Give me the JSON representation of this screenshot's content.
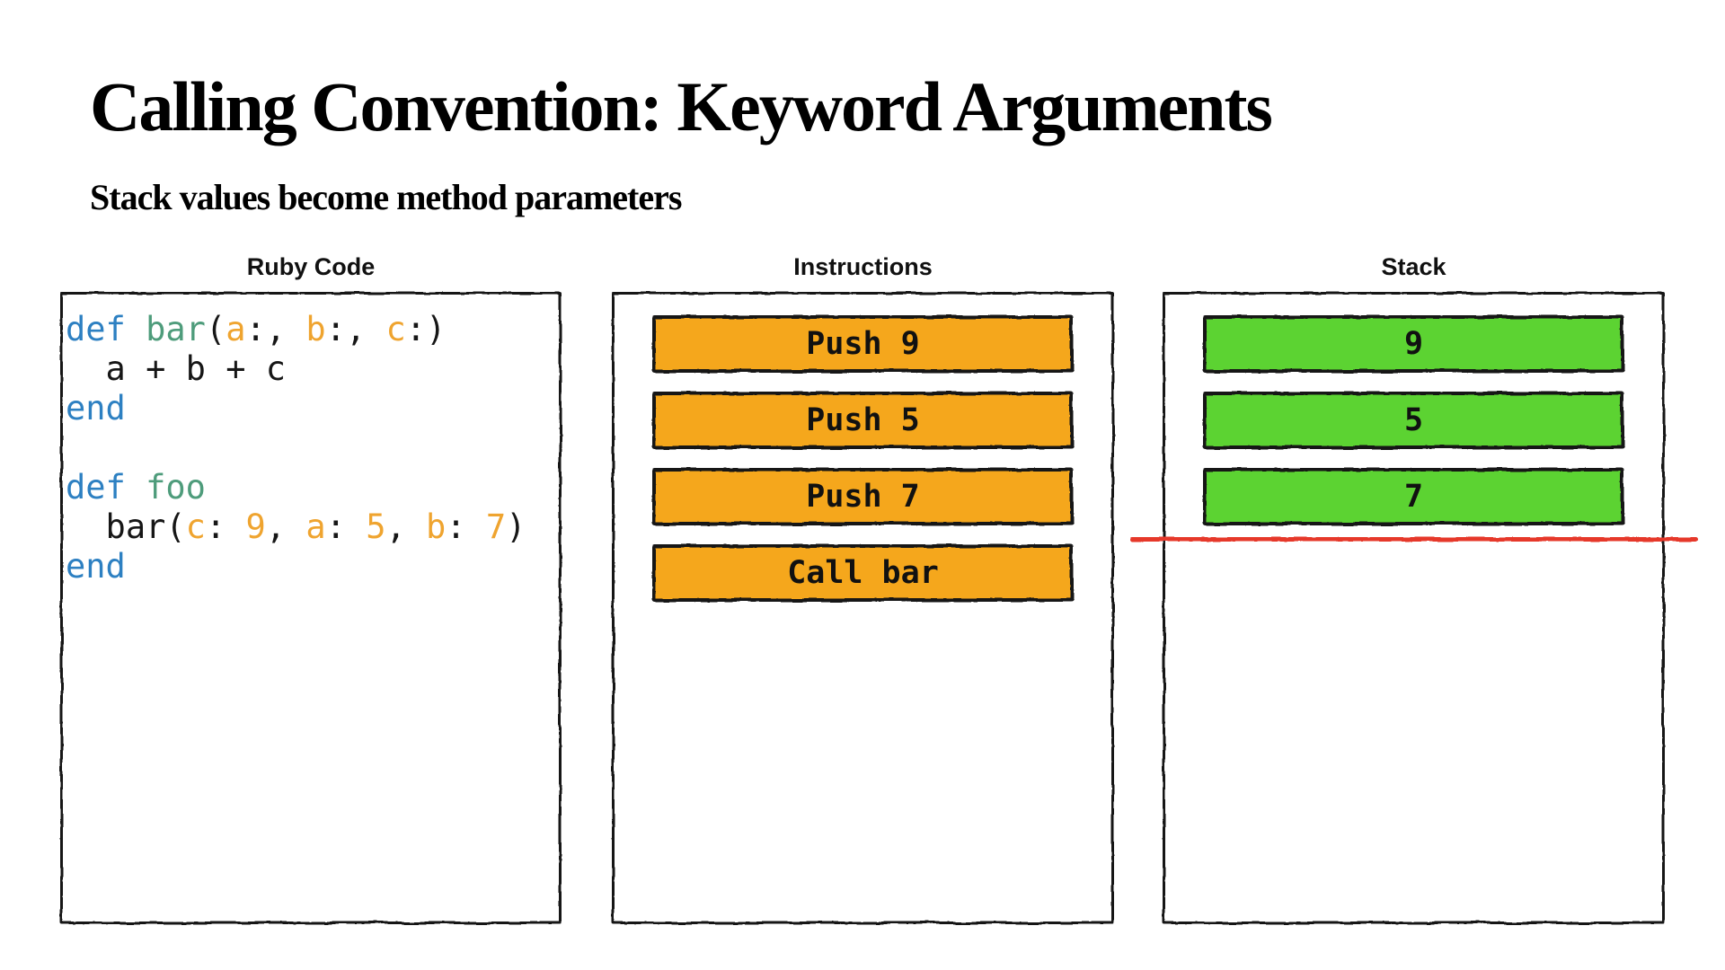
{
  "slide": {
    "title": "Calling Convention: Keyword Arguments",
    "subtitle": "Stack values become method parameters"
  },
  "panels": {
    "ruby_code": {
      "header": "Ruby Code",
      "code": {
        "lines": [
          [
            [
              "kw",
              "def"
            ],
            [
              "plain",
              " "
            ],
            [
              "method",
              "bar"
            ],
            [
              "plain",
              "("
            ],
            [
              "sym",
              "a"
            ],
            [
              "plain",
              ":, "
            ],
            [
              "sym",
              "b"
            ],
            [
              "plain",
              ":, "
            ],
            [
              "sym",
              "c"
            ],
            [
              "plain",
              ":)"
            ]
          ],
          [
            [
              "plain",
              "  a + b + c"
            ]
          ],
          [
            [
              "kw",
              "end"
            ]
          ],
          [],
          [
            [
              "kw",
              "def"
            ],
            [
              "plain",
              " "
            ],
            [
              "method",
              "foo"
            ]
          ],
          [
            [
              "plain",
              "  bar("
            ],
            [
              "sym",
              "c"
            ],
            [
              "plain",
              ": "
            ],
            [
              "sym",
              "9"
            ],
            [
              "plain",
              ", "
            ],
            [
              "sym",
              "a"
            ],
            [
              "plain",
              ": "
            ],
            [
              "sym",
              "5"
            ],
            [
              "plain",
              ", "
            ],
            [
              "sym",
              "b"
            ],
            [
              "plain",
              ": "
            ],
            [
              "sym",
              "7"
            ],
            [
              "plain",
              ")"
            ]
          ],
          [
            [
              "kw",
              "end"
            ]
          ]
        ]
      }
    },
    "instructions": {
      "header": "Instructions",
      "items": [
        "Push 9",
        "Push 5",
        "Push 7",
        "Call bar"
      ]
    },
    "stack": {
      "header": "Stack",
      "items": [
        "9",
        "5",
        "7"
      ],
      "boundary_line": true
    }
  },
  "colors": {
    "instruction_box": "#f5a71e",
    "stack_box": "#5bd331",
    "boundary_line": "#e6392b",
    "code_keyword": "#2d80c2",
    "code_method": "#4e9c7b",
    "code_symbol": "#efa42f",
    "ink": "#161616"
  }
}
